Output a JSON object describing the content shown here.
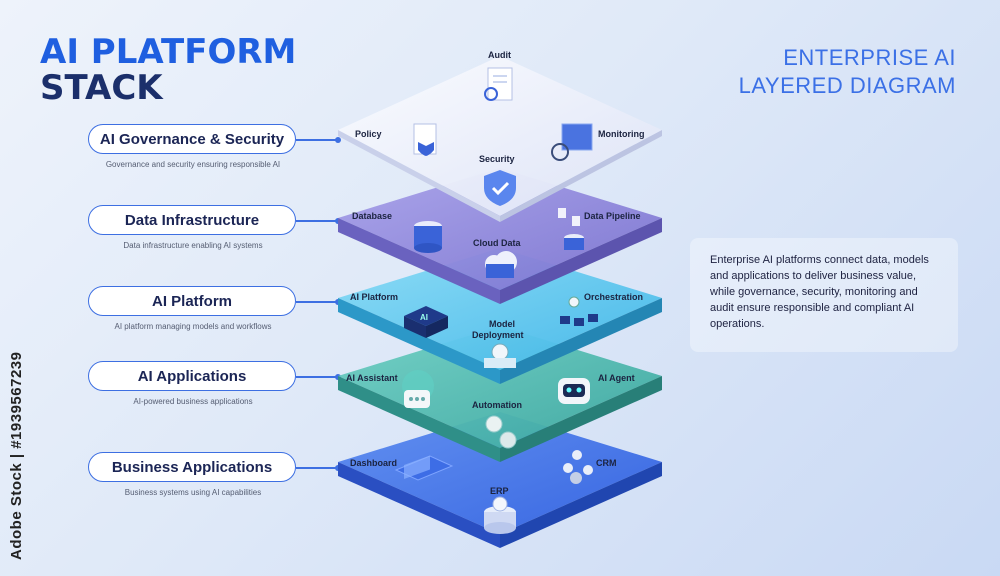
{
  "title": {
    "line1": "AI PLATFORM",
    "line2": "STACK"
  },
  "subtitle": {
    "line1": "ENTERPRISE AI",
    "line2": "LAYERED DIAGRAM"
  },
  "layers": [
    {
      "name": "AI Governance & Security",
      "description": "Governance and security ensuring responsible AI"
    },
    {
      "name": "Data Infrastructure",
      "description": "Data infrastructure enabling AI systems"
    },
    {
      "name": "AI Platform",
      "description": "AI platform managing models and workflows"
    },
    {
      "name": "AI Applications",
      "description": "AI-powered business applications"
    },
    {
      "name": "Business Applications",
      "description": "Business systems using AI capabilities"
    }
  ],
  "plate_labels": {
    "governance": {
      "audit": "Audit",
      "policy": "Policy",
      "monitoring": "Monitoring",
      "security": "Security"
    },
    "data": {
      "database": "Database",
      "pipeline": "Data Pipeline",
      "cloud": "Cloud Data"
    },
    "platform": {
      "ai_platform": "AI Platform",
      "orchestration": "Orchestration",
      "model1": "Model",
      "model2": "Deployment"
    },
    "applications": {
      "assistant": "AI Assistant",
      "agent": "AI Agent",
      "automation": "Automation"
    },
    "business": {
      "dashboard": "Dashboard",
      "crm": "CRM",
      "erp": "ERP"
    }
  },
  "info_text": "Enterprise AI platforms connect data, models and applications to deliver business value, while governance, security, monitoring and audit ensure responsible and compliant AI operations.",
  "credit": "Adobe Stock | #1939567239",
  "colors": {
    "accent": "#1f5fe0",
    "navy": "#1b2f6b",
    "governance": "#eef1fb",
    "data": "#8e86d8",
    "platform": "#5ec7ef",
    "applications": "#4fb9b0",
    "business": "#4a78e8"
  }
}
